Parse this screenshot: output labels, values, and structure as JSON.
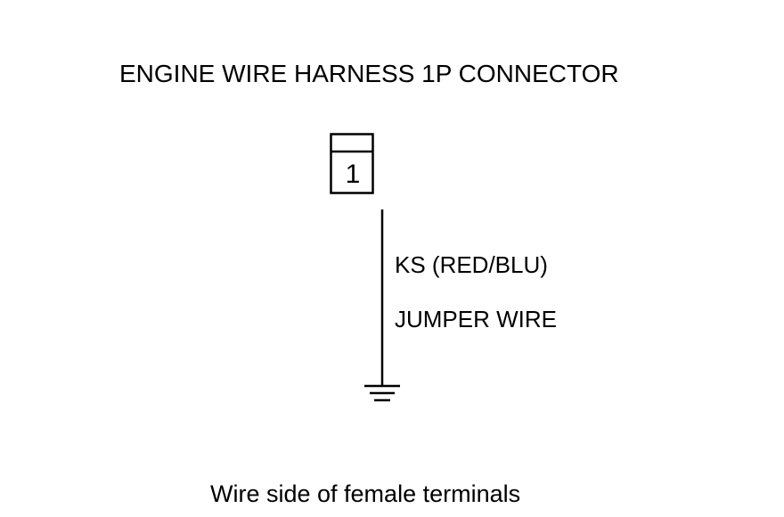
{
  "diagram": {
    "title": "ENGINE WIRE HARNESS 1P CONNECTOR",
    "connector": {
      "pin": "1"
    },
    "wire": {
      "label": "KS (RED/BLU)",
      "jumper": "JUMPER WIRE"
    },
    "ground_icon": "ground-symbol-icon",
    "footer": "Wire side of female terminals"
  }
}
